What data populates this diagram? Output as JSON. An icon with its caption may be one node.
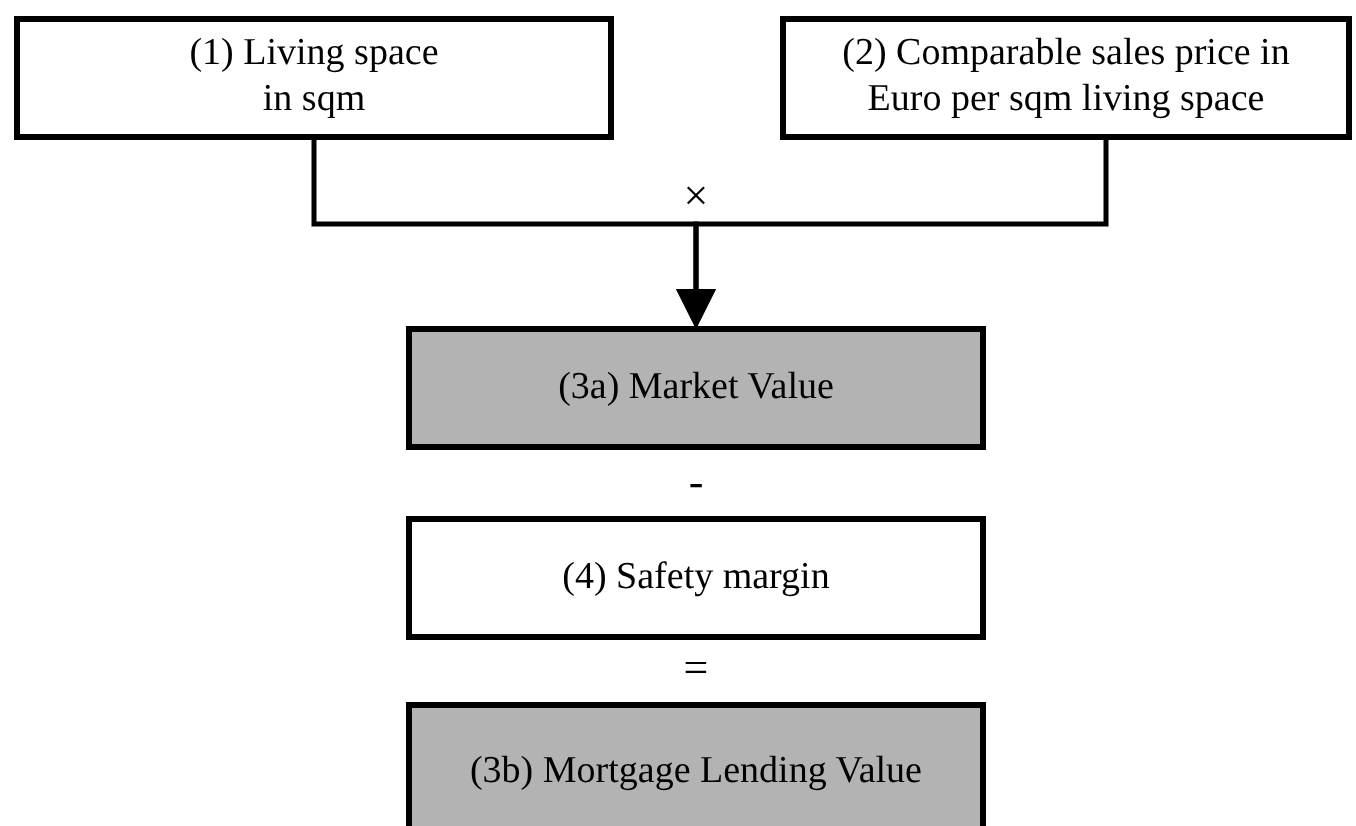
{
  "diagram": {
    "nodes": [
      {
        "text": [
          "(1) Living space in sqm"
        ]
      },
      {
        "text": [
          "(2) Comparable sales price in Euro per sqm living space"
        ]
      },
      {
        "text": [
          "(3a) Market Value"
        ]
      },
      {
        "text": [
          "(4) Safety margin"
        ]
      },
      {
        "text": [
          "(3b) Mortgage Lending Value"
        ]
      }
    ],
    "edges": [
      {
        "from": 0,
        "to": 2,
        "arrow": "to"
      },
      {
        "from": 1,
        "to": 2,
        "arrow": "to"
      }
    ],
    "labels": [
      "×",
      "-",
      "="
    ]
  }
}
